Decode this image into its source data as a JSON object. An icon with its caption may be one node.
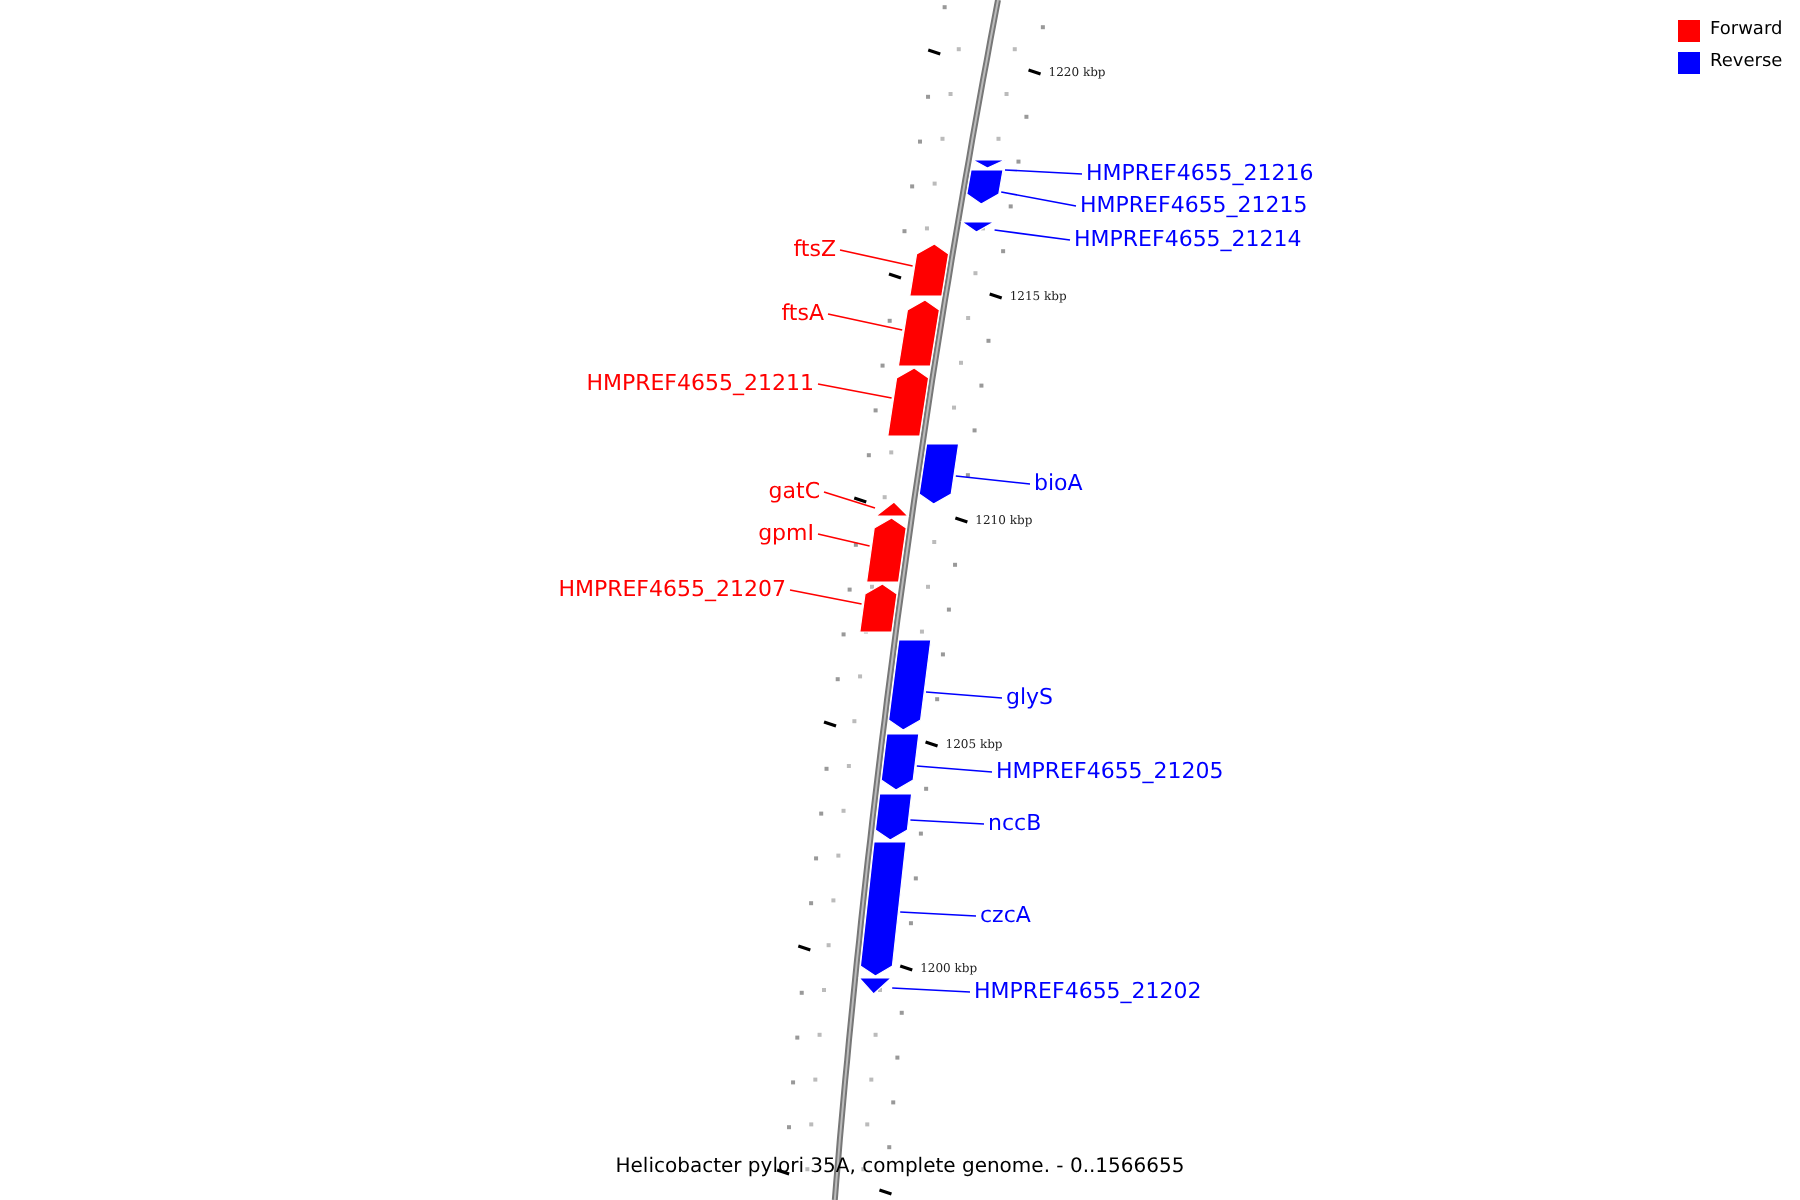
{
  "diagram": {
    "caption": "Helicobacter pylori 35A, complete genome. - 0..1566655",
    "nodes": [
      {
        "text": [
          "HMPREF4655_21216"
        ]
      },
      {
        "text": [],
        "shape": "arrow"
      },
      {
        "text": [
          "HMPREF4655_21215"
        ]
      },
      {
        "text": [],
        "shape": "arrow"
      },
      {
        "text": [
          "HMPREF4655_21214"
        ]
      },
      {
        "text": [],
        "shape": "arrow"
      },
      {
        "text": [
          "ftsZ"
        ]
      },
      {
        "text": [],
        "shape": "arrow"
      },
      {
        "text": [
          "ftsA"
        ]
      },
      {
        "text": [],
        "shape": "arrow"
      },
      {
        "text": [
          "HMPREF4655_21211"
        ]
      },
      {
        "text": [],
        "shape": "arrow"
      },
      {
        "text": [
          "bioA"
        ]
      },
      {
        "text": [],
        "shape": "arrow"
      },
      {
        "text": [
          "gatC"
        ]
      },
      {
        "text": [],
        "shape": "arrow"
      },
      {
        "text": [
          "gpmI"
        ]
      },
      {
        "text": [],
        "shape": "arrow"
      },
      {
        "text": [
          "HMPREF4655_21207"
        ]
      },
      {
        "text": [],
        "shape": "arrow"
      },
      {
        "text": [
          "glyS"
        ]
      },
      {
        "text": [],
        "shape": "arrow"
      },
      {
        "text": [
          "HMPREF4655_21205"
        ]
      },
      {
        "text": [],
        "shape": "arrow"
      },
      {
        "text": [
          "nccB"
        ]
      },
      {
        "text": [],
        "shape": "arrow"
      },
      {
        "text": [
          "czcA"
        ]
      },
      {
        "text": [],
        "shape": "arrow"
      },
      {
        "text": [
          "HMPREF4655_21202"
        ]
      },
      {
        "text": [],
        "shape": "arrow"
      }
    ],
    "edges": [
      {
        "from": 0,
        "to": 1,
        "arrow": "none"
      },
      {
        "from": 2,
        "to": 3,
        "arrow": "none"
      },
      {
        "from": 4,
        "to": 5,
        "arrow": "none"
      },
      {
        "from": 6,
        "to": 7,
        "arrow": "none",
        "color": "#ff0000"
      },
      {
        "from": 8,
        "to": 9,
        "arrow": "none",
        "color": "#ff0000"
      },
      {
        "from": 10,
        "to": 11,
        "arrow": "none",
        "color": "#ff0000"
      },
      {
        "from": 12,
        "to": 13,
        "arrow": "none"
      },
      {
        "from": 14,
        "to": 15,
        "arrow": "none",
        "color": "#ff0000"
      },
      {
        "from": 16,
        "to": 17,
        "arrow": "none",
        "color": "#ff0000"
      },
      {
        "from": 18,
        "to": 19,
        "arrow": "none",
        "color": "#ff0000"
      },
      {
        "from": 20,
        "to": 21,
        "arrow": "none"
      },
      {
        "from": 22,
        "to": 23,
        "arrow": "none"
      },
      {
        "from": 24,
        "to": 25,
        "arrow": "none"
      },
      {
        "from": 26,
        "to": 27,
        "arrow": "none"
      },
      {
        "from": 28,
        "to": 29,
        "arrow": "none"
      }
    ],
    "labels": [
      "1220 kbp",
      "1215 kbp",
      "1210 kbp",
      "1205 kbp",
      "1200 kbp"
    ],
    "legend": [
      {
        "text": "Forward",
        "color": "#ff0000"
      },
      {
        "text": "Reverse",
        "color": "#0000ff"
      }
    ]
  }
}
